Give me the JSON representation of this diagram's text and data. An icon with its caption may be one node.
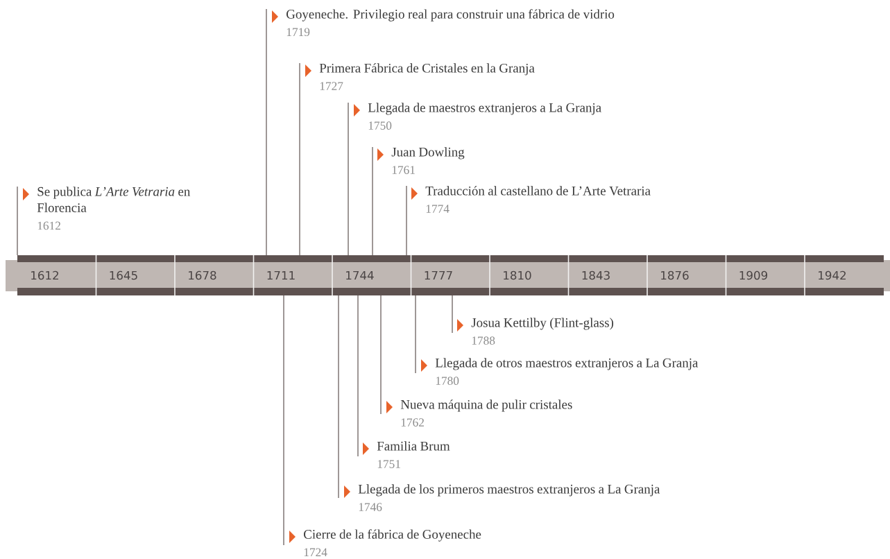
{
  "diagram": {
    "nodes": [
      {
        "text": [
          "Se publica *L’Arte Vetraria* en Florencia",
          "1612"
        ]
      },
      {
        "text": [
          "Goyeneche. Privilegio real para construir una fábrica de vidrio",
          "1719"
        ]
      },
      {
        "text": [
          "Primera Fábrica de Cristales en la Granja",
          "1727"
        ]
      },
      {
        "text": [
          "Llegada de maestros extranjeros a La Granja",
          "1750"
        ]
      },
      {
        "text": [
          "Juan Dowling",
          "1761"
        ]
      },
      {
        "text": [
          "Traducción al castellano de L’Arte Vetraria",
          "1774"
        ]
      },
      {
        "text": [
          "Josua Kettilby (Flint-glass)",
          "1788"
        ]
      },
      {
        "text": [
          "Llegada de otros maestros extranjeros a La Granja",
          "1780"
        ]
      },
      {
        "text": [
          "Nueva máquina de pulir cristales",
          "1762"
        ]
      },
      {
        "text": [
          "Familia Brum",
          "1751"
        ]
      },
      {
        "text": [
          "Llegada de los primeros maestros extranjeros a La Granja",
          "1746"
        ]
      },
      {
        "text": [
          "Cierre de la fábrica de Goyeneche",
          "1724"
        ]
      }
    ],
    "edges": [
      {
        "from": 0,
        "to": null,
        "arrow": "none"
      },
      {
        "from": 1,
        "to": null,
        "arrow": "none"
      },
      {
        "from": 2,
        "to": null,
        "arrow": "none"
      },
      {
        "from": 3,
        "to": null,
        "arrow": "none"
      },
      {
        "from": 4,
        "to": null,
        "arrow": "none"
      },
      {
        "from": 5,
        "to": null,
        "arrow": "none"
      },
      {
        "from": 6,
        "to": null,
        "arrow": "none"
      },
      {
        "from": 7,
        "to": null,
        "arrow": "none"
      },
      {
        "from": 8,
        "to": null,
        "arrow": "none"
      },
      {
        "from": 9,
        "to": null,
        "arrow": "none"
      },
      {
        "from": 10,
        "to": null,
        "arrow": "none"
      },
      {
        "from": 11,
        "to": null,
        "arrow": "none"
      }
    ],
    "labels": [
      "1612",
      "1645",
      "1678",
      "1711",
      "1744",
      "1777",
      "1810",
      "1843",
      "1876",
      "1909",
      "1942"
    ]
  }
}
